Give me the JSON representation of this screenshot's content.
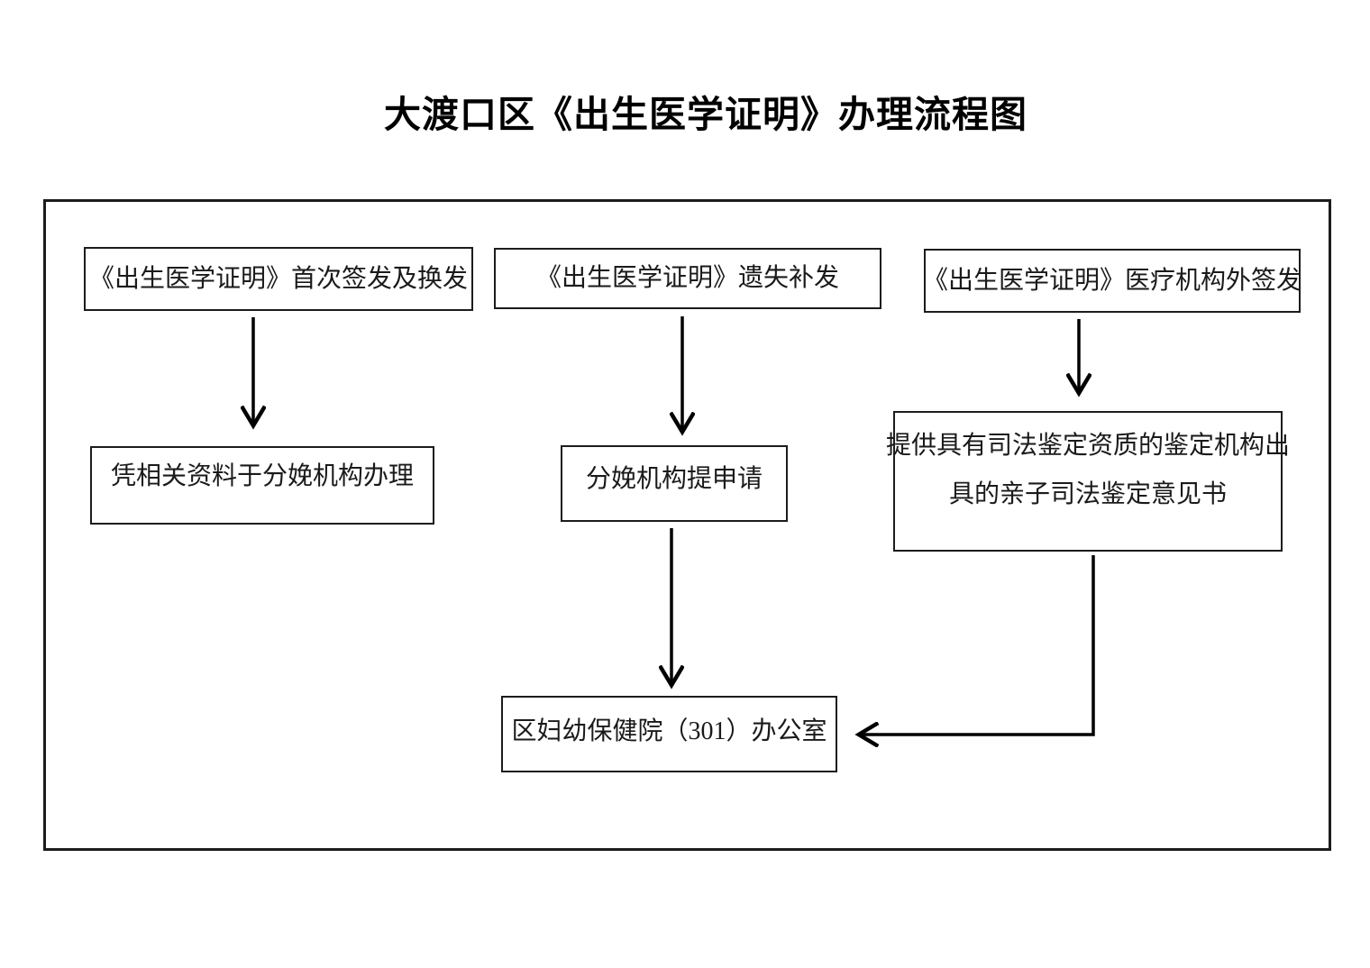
{
  "title": "大渡口区《出生医学证明》办理流程图",
  "nodes": {
    "first_issue": {
      "label": "《出生医学证明》首次签发及换发"
    },
    "loss_reissue": {
      "label": "《出生医学证明》遗失补发"
    },
    "outside_institution": {
      "label": "《出生医学证明》医疗机构外签发"
    },
    "delivery_materials": {
      "label": "凭相关资料于分娩机构办理"
    },
    "delivery_apply": {
      "label": "分娩机构提申请"
    },
    "judicial_report": {
      "label": "提供具有司法鉴定资质的鉴定机构出具的亲子司法鉴定意见书",
      "line1": "提供具有司法鉴定资质的鉴定机构出",
      "line2": "具的亲子司法鉴定意见书"
    },
    "final_office": {
      "label": "区妇幼保健院（301）办公室"
    }
  },
  "colors": {
    "ink": "#000000",
    "box_border": "#1c1c1c",
    "background": "#ffffff"
  }
}
